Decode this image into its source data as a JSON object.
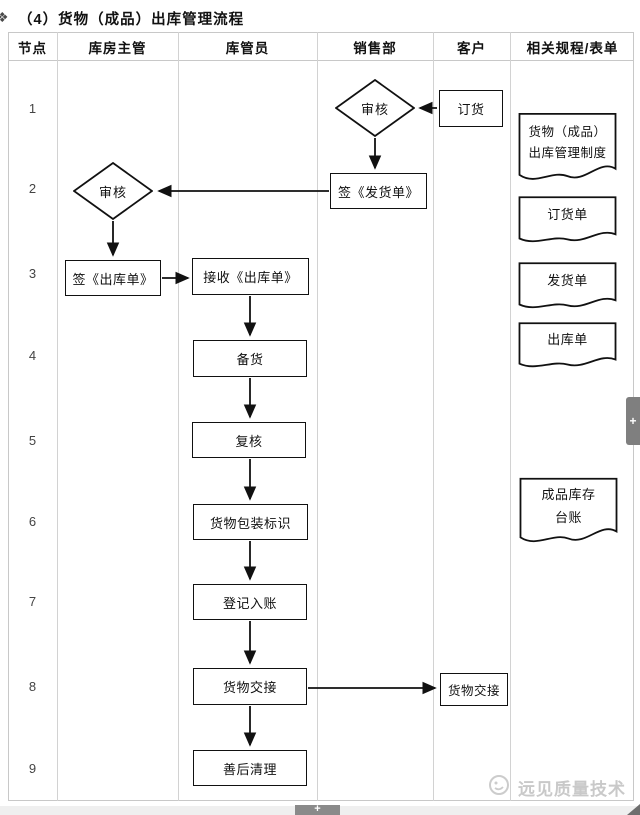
{
  "title": {
    "bullet_icon": "❖",
    "text": "（4）货物（成品）出库管理流程"
  },
  "table": {
    "headers": [
      "节点",
      "库房主管",
      "库管员",
      "销售部",
      "客户",
      "相关规程/表单"
    ],
    "node_numbers": [
      "1",
      "2",
      "3",
      "4",
      "5",
      "6",
      "7",
      "8",
      "9"
    ]
  },
  "flowchart": {
    "sales_review": "审核",
    "customer_order": "订货",
    "supervisor_review": "审核",
    "sign_shipping_note": "签《发货单》",
    "sign_outbound_note": "签《出库单》",
    "receive_outbound_note": "接收《出库单》",
    "prepare_goods": "备货",
    "recheck": "复核",
    "package_marking": "货物包装标识",
    "register_accounts": "登记入账",
    "goods_handover": "货物交接",
    "customer_goods_handover": "货物交接",
    "final_cleanup": "善后清理"
  },
  "documents": [
    "货物（成品）\n出库管理制度",
    "订货单",
    "发货单",
    "出库单",
    "成品库存\n台账"
  ],
  "watermark": {
    "text": "远见质量技术"
  },
  "side_tab": {
    "label": "+"
  },
  "bottom_tab": {
    "label": "+"
  },
  "colors": {
    "grid": "#c8c8c8",
    "shape_border": "#111111",
    "tab_gray": "#7f7f7f",
    "watermark_gray": "#c9c9c9"
  }
}
